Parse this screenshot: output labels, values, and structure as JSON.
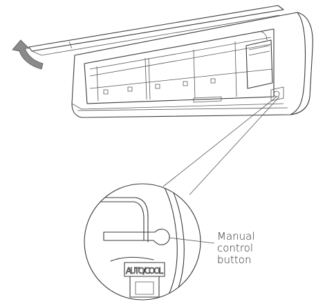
{
  "callout": {
    "lines": [
      "Manual",
      "control",
      "button"
    ]
  },
  "button_label": "AUTO/COOL",
  "colors": {
    "line": "#3a3a3a",
    "arrow_fill": "#8a8a8a",
    "unit_shade": "#e8e8e8"
  },
  "icons": {
    "lift_arrow": "curved-arrow-icon"
  }
}
